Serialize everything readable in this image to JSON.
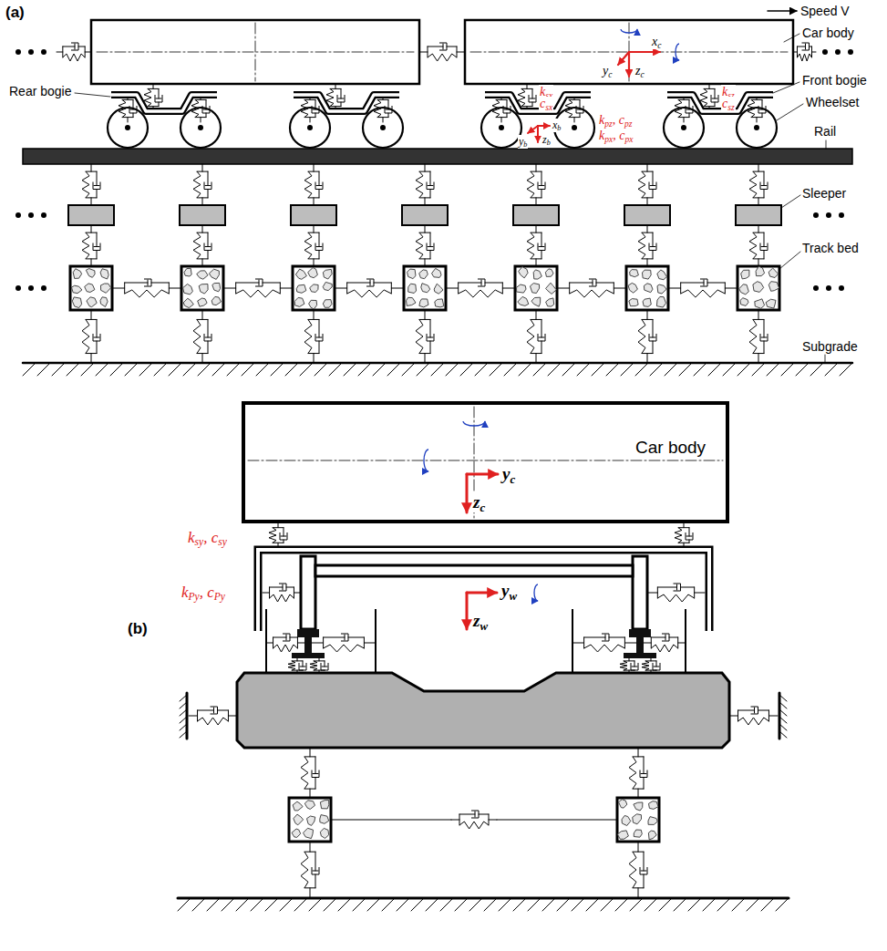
{
  "diagram": {
    "nodes": [
      {
        "text": [
          "Car body"
        ]
      }
    ],
    "labels": [
      "(a)",
      "Speed V",
      "Car body",
      "Rear bogie",
      "Front bogie",
      "Wheelset",
      "Rail",
      "Sleeper",
      "Track bed",
      "Subgrade",
      "yc",
      "xc",
      "zc",
      "ksx",
      "csx",
      "xb",
      "yb",
      "zb",
      "kpz, cpz",
      "kpx, cpx",
      "ksz",
      "csz",
      "(b)",
      "yc",
      "zc",
      "ksy, csy",
      "kPy, cPy",
      "yw",
      "zw"
    ]
  }
}
